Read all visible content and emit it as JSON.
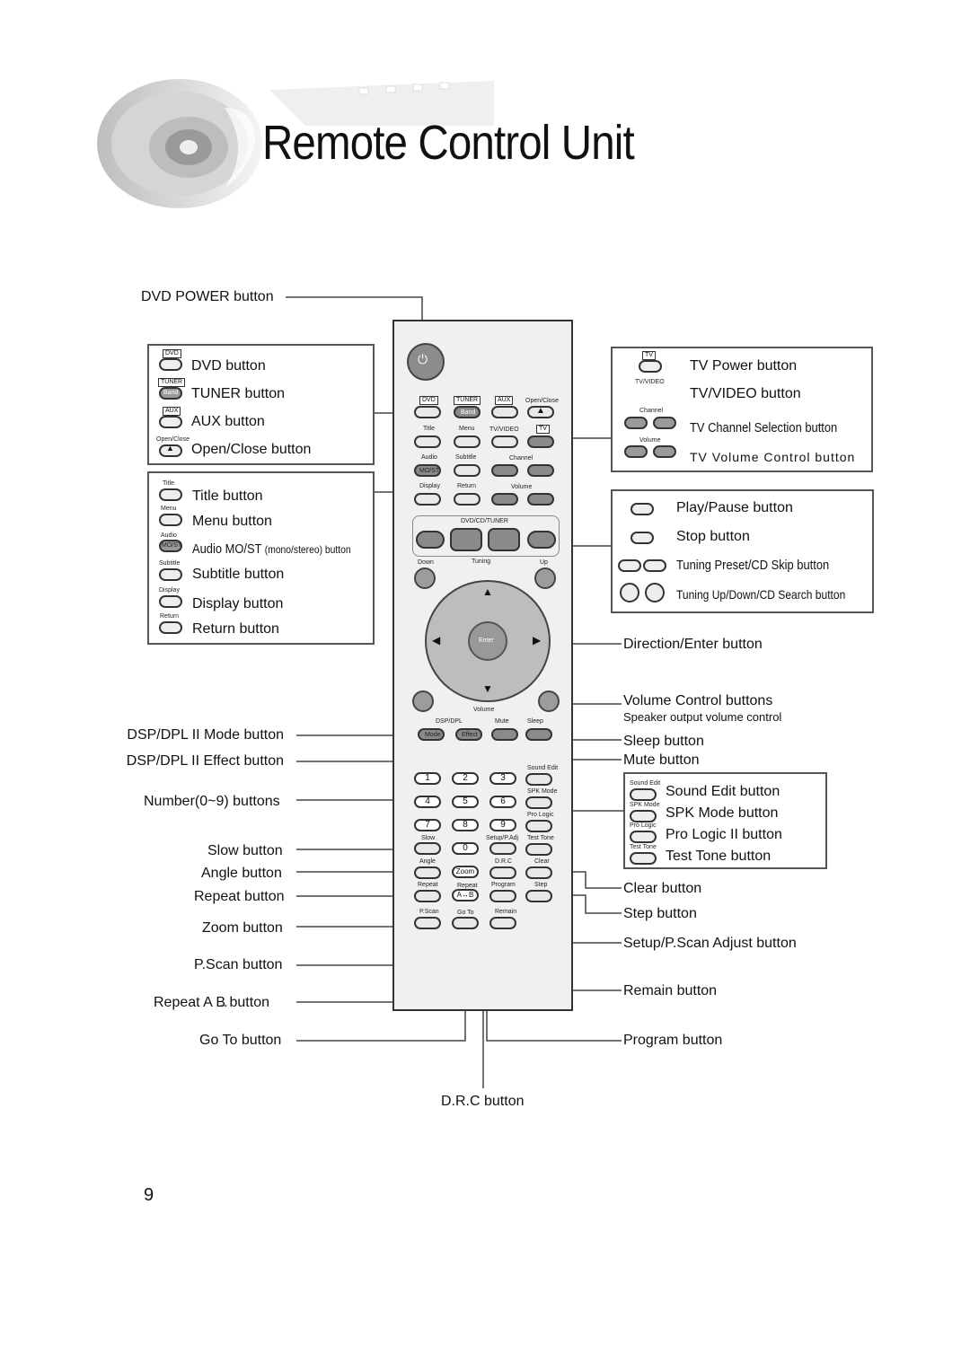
{
  "page": {
    "title": "Remote Control Unit",
    "page_number": "9"
  },
  "left_labels": {
    "dvd_power": "DVD POWER button",
    "dsp_mode": "DSP/DPL II Mode button",
    "dsp_effect": "DSP/DPL II Effect button",
    "number": "Number(0~9) buttons",
    "slow": "Slow button",
    "angle": "Angle button",
    "repeat": "Repeat button",
    "zoom": "Zoom button",
    "pscan": "P.Scan button",
    "repeat_ab": "Repeat A    B button",
    "goto": "Go To button"
  },
  "box_source": {
    "tags": {
      "dvd": "DVD",
      "tuner": "TUNER",
      "band": "Band",
      "aux": "AUX",
      "openclose": "Open/Close"
    },
    "items": [
      "DVD button",
      "TUNER button",
      "AUX button",
      "Open/Close button"
    ]
  },
  "box_menu": {
    "tags": {
      "title": "Title",
      "menu": "Menu",
      "audio": "Audio",
      "most": "MO/ST",
      "subtitle": "Subtitle",
      "display": "Display",
      "return": "Return"
    },
    "items": [
      "Title button",
      "Menu button",
      "Audio MO/ST ",
      "Subtitle button",
      "Display button",
      "Return button"
    ],
    "audio_suffix": "(mono/stereo) button"
  },
  "box_tv": {
    "tags": {
      "tv": "TV",
      "tvvideo": "TV/VIDEO",
      "channel": "Channel",
      "volume": "Volume"
    },
    "items": [
      "TV Power button",
      "TV/VIDEO button",
      "TV Channel Selection button",
      "TV Volume Control button"
    ]
  },
  "box_play": {
    "items": [
      "Play/Pause button",
      "Stop button",
      "Tuning Preset/CD Skip button",
      "Tuning Up/Down/CD Search button"
    ]
  },
  "right_labels": {
    "direction": "Direction/Enter button",
    "volume": "Volume Control buttons",
    "volume_sub": "Speaker output volume control",
    "sleep": "Sleep button",
    "mute": "Mute button",
    "clear": "Clear button",
    "step": "Step button",
    "setup": "Setup/P.Scan Adjust  button",
    "remain": "Remain button",
    "program": "Program button",
    "drc": "D.R.C button"
  },
  "box_sound": {
    "tags": {
      "sound_edit": "Sound Edit",
      "spk_mode": "SPK Mode",
      "pro_logic": "Pro Logic",
      "test_tone": "Test Tone"
    },
    "items": [
      "Sound Edit button",
      "SPK Mode button",
      "Pro Logic II button",
      "Test Tone button"
    ]
  },
  "remote": {
    "row1": [
      "DVD",
      "TUNER",
      "AUX",
      "Open/Close"
    ],
    "band": "Band",
    "row2": [
      "Title",
      "Menu",
      "TV/VIDEO",
      "TV"
    ],
    "row3": [
      "Audio",
      "Subtitle",
      "Channel"
    ],
    "most": "MO/ST",
    "row4": [
      "Display",
      "Return",
      "Volume"
    ],
    "transport_title": "DVD/CD/TUNER",
    "tuning": [
      "Down",
      "Tuning",
      "Up"
    ],
    "enter": "Enter",
    "volume": "Volume",
    "dsp_row": [
      "DSP/DPL",
      "Mute",
      "Sleep"
    ],
    "mode": "Mode",
    "effect": "Effect",
    "numbers": [
      "1",
      "2",
      "3",
      "4",
      "5",
      "6",
      "7",
      "8",
      "9",
      "0"
    ],
    "side": [
      "Sound Edit",
      "SPK Mode",
      "Pro Logic",
      "Test Tone"
    ],
    "slow": "Slow",
    "setup": "Setup/P.Adj",
    "row_angle": [
      "Angle",
      "D.R.C",
      "Clear"
    ],
    "zoom": "Zoom",
    "row_repeat": [
      "Repeat",
      "Repeat",
      "Program",
      "Step"
    ],
    "ab": "A↔B",
    "row_scan": [
      "P.Scan",
      "Go To",
      "Remain"
    ]
  }
}
